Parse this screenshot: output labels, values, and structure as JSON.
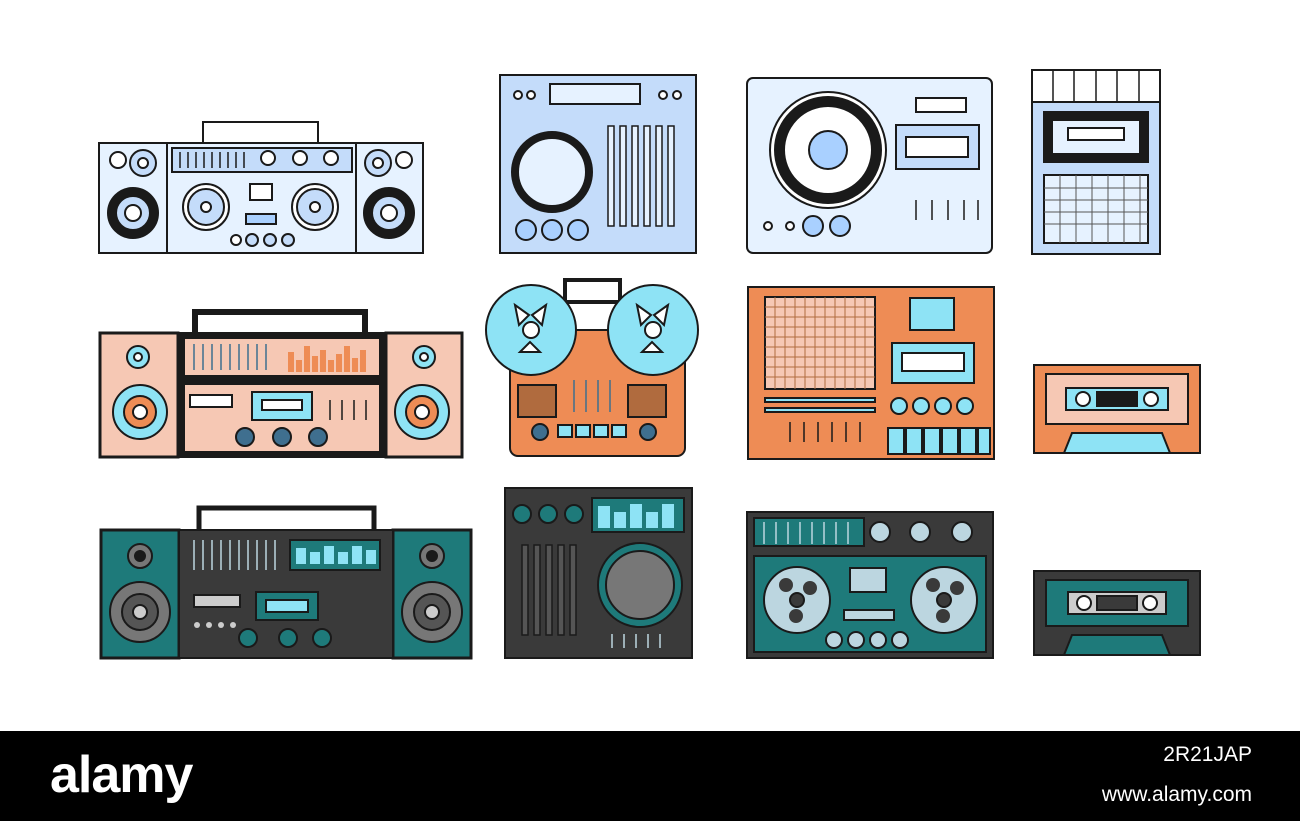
{
  "footer": {
    "logo": "alamy",
    "image_id": "2R21JAP",
    "site": "www.alamy.com"
  },
  "palette": {
    "stroke": "#1a1a1a",
    "blue_light": "#e6f2ff",
    "blue_mid": "#c4dcfa",
    "blue_accent": "#a9d0ff",
    "peach": "#f6c8b4",
    "orange": "#ee8c55",
    "cyan": "#8ee3f5",
    "steel": "#3f6f8f",
    "dark": "#3a3a3a",
    "teal": "#1e7a7a",
    "grey": "#777777"
  }
}
